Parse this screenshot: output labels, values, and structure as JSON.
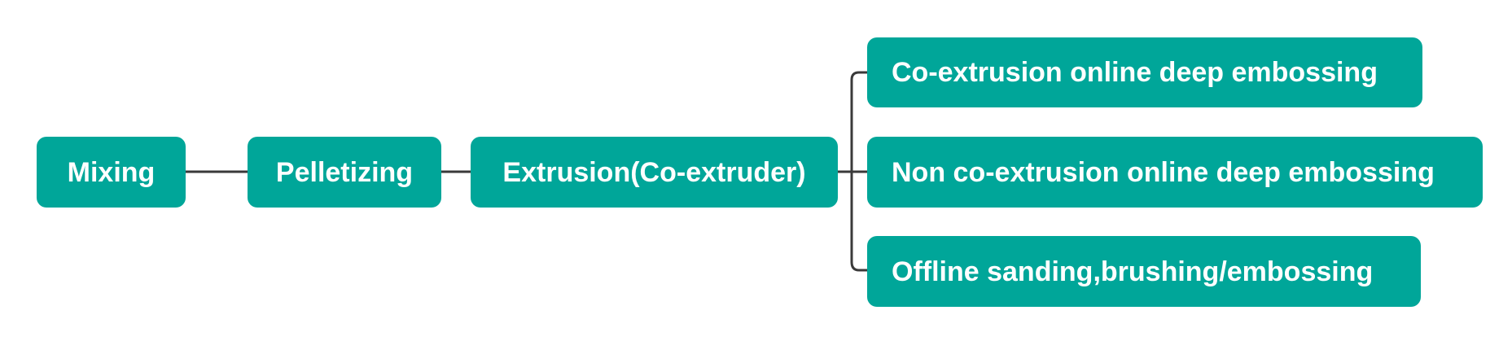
{
  "colors": {
    "node_fill": "#00a699",
    "node_text": "#ffffff",
    "connector": "#3a3a3a",
    "background": "#ffffff"
  },
  "flow": {
    "steps": [
      {
        "label": "Mixing"
      },
      {
        "label": "Pelletizing"
      },
      {
        "label": "Extrusion(Co-extruder)"
      }
    ],
    "branches": [
      {
        "label": "Co-extrusion online deep embossing"
      },
      {
        "label": "Non co-extrusion online deep embossing"
      },
      {
        "label": "Offline sanding,brushing/embossing"
      }
    ]
  }
}
